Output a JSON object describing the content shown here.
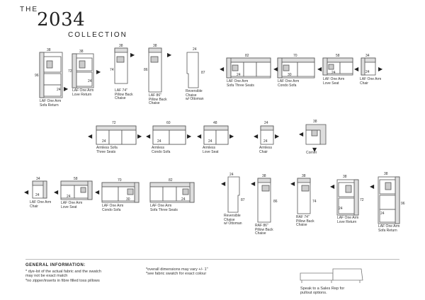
{
  "header": {
    "the": "THE",
    "number": "2034",
    "collection": "COLLECTION"
  },
  "row1": [
    {
      "label": "LAF One Arm\nSofa Return",
      "dims": [
        "38",
        "96",
        "24"
      ]
    },
    {
      "label": "LAF One Arm\nLove Return",
      "dims": [
        "38",
        "72",
        "24"
      ]
    },
    {
      "label": "LAF 74\"\nPillow Back\nChaise",
      "dims": [
        "38",
        "74"
      ]
    },
    {
      "label": "LAF 86\"\nPillow Back\nChaise",
      "dims": [
        "38",
        "86"
      ]
    },
    {
      "label": "Reversible\nChaise\nw/ Ottoman",
      "dims": [
        "24",
        "87"
      ]
    },
    {
      "label": "LAF One Arm\nSofa Three Seats",
      "dims": [
        "82",
        "24"
      ]
    },
    {
      "label": "LAF One Arm\nCondo Sofa",
      "dims": [
        "70",
        "30"
      ]
    },
    {
      "label": "LAF One Arm\nLove Seat",
      "dims": [
        "58",
        "24"
      ]
    },
    {
      "label": "LAF One Arm\nChair",
      "dims": [
        "34",
        "24"
      ]
    }
  ],
  "row2": [
    {
      "label": "Armless Sofa\nThree Seats",
      "dims": [
        "72",
        "24"
      ]
    },
    {
      "label": "Armless\nCondo Sofa",
      "dims": [
        "60",
        "24"
      ]
    },
    {
      "label": "Armless\nLove Seat",
      "dims": [
        "48",
        "24"
      ]
    },
    {
      "label": "Armless\nChair",
      "dims": [
        "24",
        "24"
      ]
    },
    {
      "label": "Corner",
      "dims": [
        "38"
      ]
    }
  ],
  "row3": [
    {
      "label": "LAF One Arm\nChair",
      "dims": [
        "34",
        "24"
      ]
    },
    {
      "label": "LAF One Arm\nLove Seat",
      "dims": [
        "58",
        "24"
      ]
    },
    {
      "label": "LAF One Arm\nCondo Sofa",
      "dims": [
        "70",
        "30"
      ]
    },
    {
      "label": "LAF One Arm\nSofa Three Seats",
      "dims": [
        "82",
        "24"
      ]
    },
    {
      "label": "Reversible\nChaise\nw/ Ottoman",
      "dims": [
        "24",
        "87"
      ]
    },
    {
      "label": "RAF 86\"\nPillow Back\nChaise",
      "dims": [
        "38",
        "86"
      ]
    },
    {
      "label": "RAF 74\"\nPillow Back\nChaise",
      "dims": [
        "38",
        "74"
      ]
    },
    {
      "label": "LAF One Arm\nLove Return",
      "dims": [
        "38",
        "72",
        "24"
      ]
    },
    {
      "label": "LAF One Arm\nSofa Return",
      "dims": [
        "38",
        "96",
        "24"
      ]
    }
  ],
  "general": {
    "title": "GENERAL INFORMATION:",
    "col1": "* dye-lot of the actual fabric and the swatch\nmay not be exact match\n*no zipper/inserts in fibre filled toss pillows",
    "col2": "*overall dimensions may vary +/- 1\"\n*see fabric swatch for exact colour",
    "pullout": "Speak to a Sales Rep for\npullout options."
  }
}
